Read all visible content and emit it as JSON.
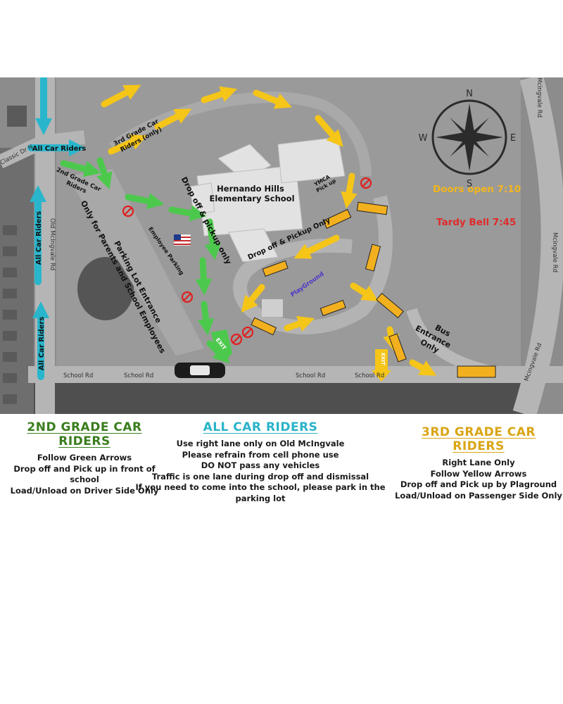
{
  "colors": {
    "green_route": "#4cc94c",
    "yellow_route": "#f5c518",
    "cyan_route": "#29b6cc",
    "second_grade_heading": "#3a7d1e",
    "all_riders_heading": "#2ab3c9",
    "third_grade_heading": "#d9a514",
    "doors_open": "#f2b51b",
    "tardy_bell": "#e02b2b",
    "no_entry": "#e02020",
    "playground_text": "#4a36c9"
  },
  "map": {
    "school_name_line1": "Hernando Hills",
    "school_name_line2": "Elementary School",
    "all_car_riders_left_1": "All Car Riders",
    "all_car_riders_left_2": "All Car Riders",
    "all_car_riders_top": "All Car Riders",
    "third_grade_label_line1": "3rd Grade Car",
    "third_grade_label_line2": "Riders (only)",
    "second_grade_label_line1": "2nd Grade Car",
    "second_grade_label_line2": "Riders",
    "drop_off_pickup_only_1": "Drop off & pickup only",
    "drop_off_pickup_only_2": "Drop off & Pickup Only",
    "parking_entrance_line1": "Parking Lot Entrance",
    "parking_entrance_line2": "Only for Parents and School Employees",
    "employee_parking": "Employee Parking",
    "ymca_line1": "YMCA",
    "ymca_line2": "Pick up",
    "playground": "PlayGround",
    "exit_green": "EXIT",
    "exit_yellow": "EXIT",
    "bus_entrance_line1": "Bus",
    "bus_entrance_line2": "Entrance",
    "bus_entrance_line3": "Only",
    "doors_open": "Doors open  7:10",
    "tardy_bell": "Tardy Bell  7:45",
    "compass": {
      "north": "N",
      "south": "S",
      "east": "E",
      "west": "W"
    },
    "streets": {
      "school_rd": [
        "School Rd",
        "School Rd",
        "School Rd",
        "School Rd"
      ],
      "old_mcingvale": "Old McIngvale Rd",
      "classic_dr": "Classic Dr N",
      "mcingvale_1": "Mcingvale Rd",
      "mcingvale_2": "Mcingvale Rd",
      "mcingvale_3": "Mcingvale Rd"
    }
  },
  "legend": {
    "second_grade": {
      "heading": "2ND GRADE CAR RIDERS",
      "lines": [
        "Follow Green Arrows",
        "Drop off and Pick up in front of school",
        "Load/Unload on Driver Side Only"
      ]
    },
    "all_car_riders": {
      "heading": "ALL CAR RIDERS",
      "lines": [
        "Use right lane only on Old McIngvale",
        "Please refrain from cell phone use",
        "DO NOT pass any vehicles",
        "Traffic is one lane during drop off and dismissal",
        "If you need to come into the school, please park in the parking lot"
      ]
    },
    "third_grade": {
      "heading": "3RD GRADE CAR RIDERS",
      "lines": [
        "Right Lane Only",
        "Follow Yellow Arrows",
        "Drop off and Pick up by Plaground",
        "Load/Unload on Passenger Side Only"
      ]
    }
  }
}
